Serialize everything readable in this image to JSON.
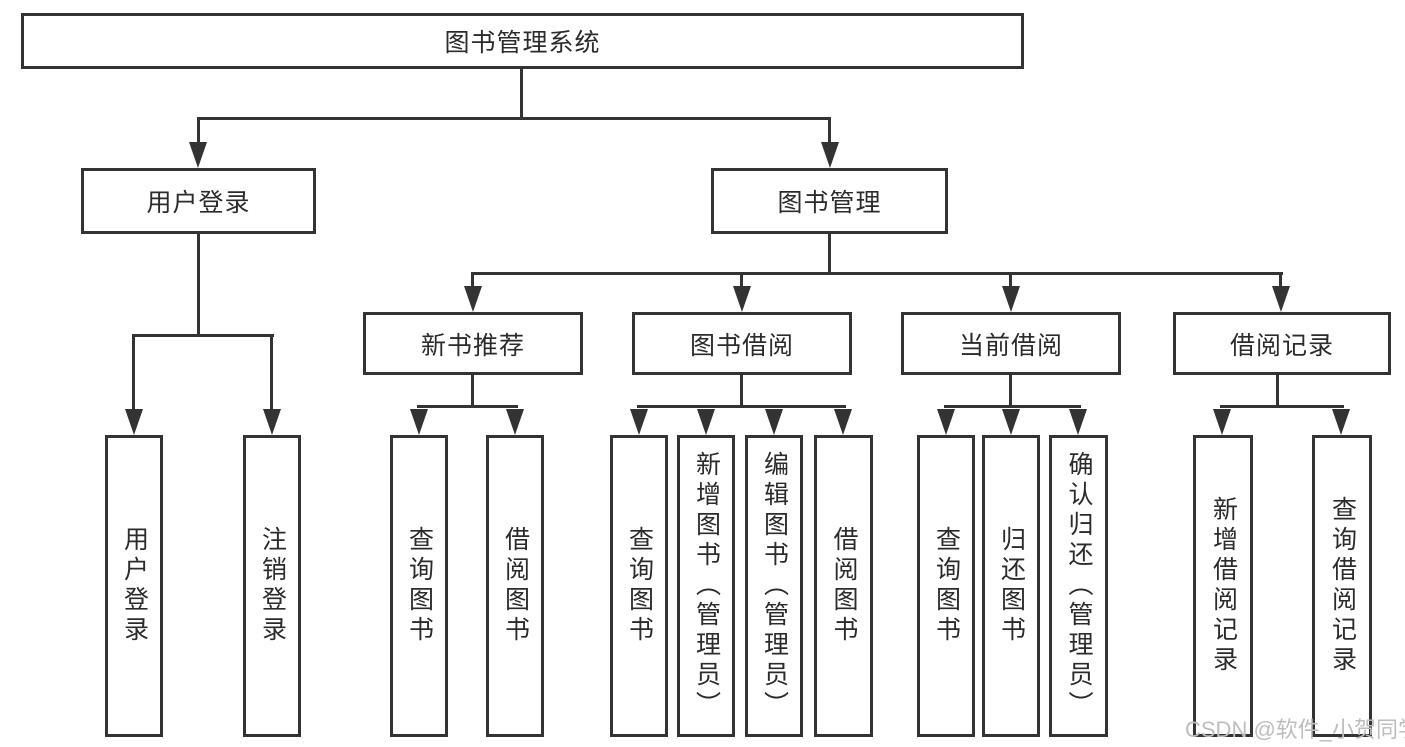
{
  "tree": {
    "root": {
      "label": "图书管理系统"
    },
    "branches": [
      {
        "label": "用户登录",
        "children": [
          {
            "label": "用户登录"
          },
          {
            "label": "注销登录"
          }
        ]
      },
      {
        "label": "图书管理",
        "children": [
          {
            "label": "新书推荐",
            "children": [
              {
                "label": "查询图书"
              },
              {
                "label": "借阅图书"
              }
            ]
          },
          {
            "label": "图书借阅",
            "children": [
              {
                "label": "查询图书"
              },
              {
                "label": "新增图书（管理员）"
              },
              {
                "label": "编辑图书（管理员）"
              },
              {
                "label": "借阅图书"
              }
            ]
          },
          {
            "label": "当前借阅",
            "children": [
              {
                "label": "查询图书"
              },
              {
                "label": "归还图书"
              },
              {
                "label": "确认归还（管理员）"
              }
            ]
          },
          {
            "label": "借阅记录",
            "children": [
              {
                "label": "新增借阅记录"
              },
              {
                "label": "查询借阅记录"
              }
            ]
          }
        ]
      }
    ]
  },
  "watermark": "CSDN @软件_小贺同学",
  "colors": {
    "line": "#333333",
    "text": "#2b2b2b",
    "box_bg": "#ffffff",
    "watermark": "#bdbdbd"
  }
}
